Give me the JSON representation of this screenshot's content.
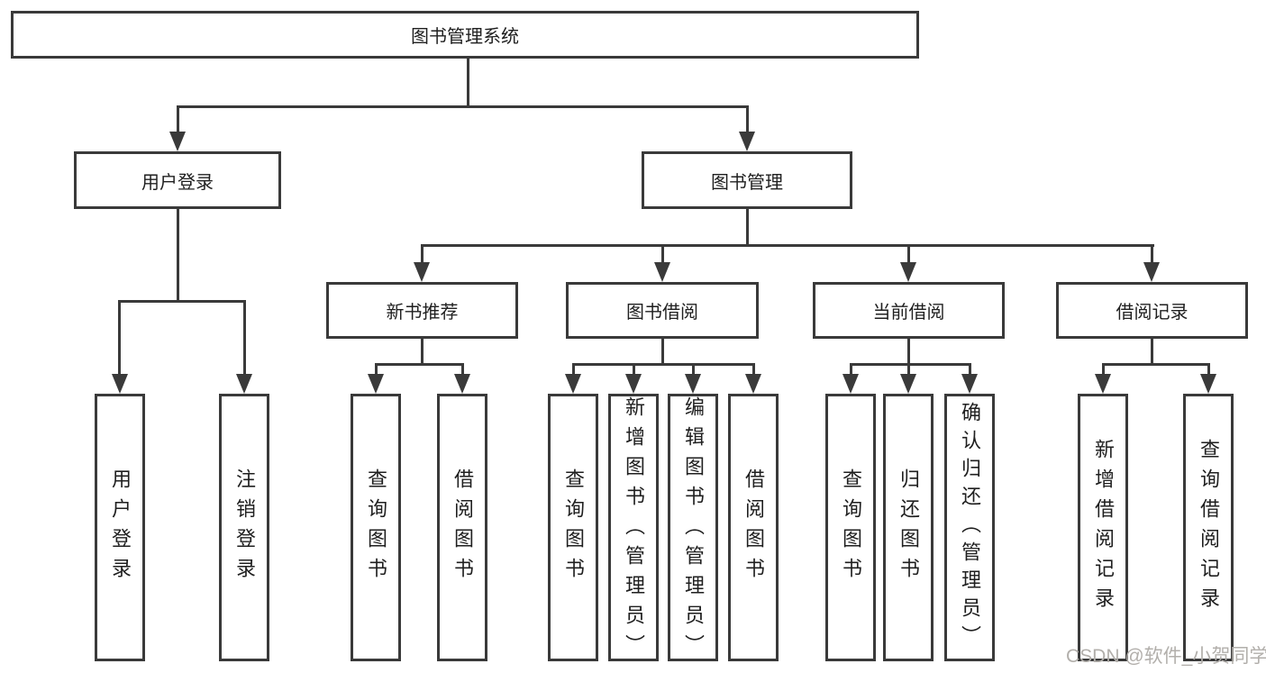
{
  "nodes": {
    "root": "图书管理系统",
    "l2": [
      "用户登录",
      "图书管理"
    ],
    "l3": [
      "新书推荐",
      "图书借阅",
      "当前借阅",
      "借阅记录"
    ],
    "leaves": [
      "用户登录",
      "注销登录",
      "查询图书",
      "借阅图书",
      "查询图书",
      "新增图书（管理员）",
      "编辑图书（管理员）",
      "借阅图书",
      "查询图书",
      "归还图书",
      "确认归还（管理员）",
      "新增借阅记录",
      "查询借阅记录"
    ]
  },
  "watermark": {
    "text": "CSDN @软件_小贺同学"
  },
  "colors": {
    "line": "#3a3a3a",
    "text": "#1f1f1f",
    "watermark": "#b2afab",
    "background": "#ffffff"
  }
}
